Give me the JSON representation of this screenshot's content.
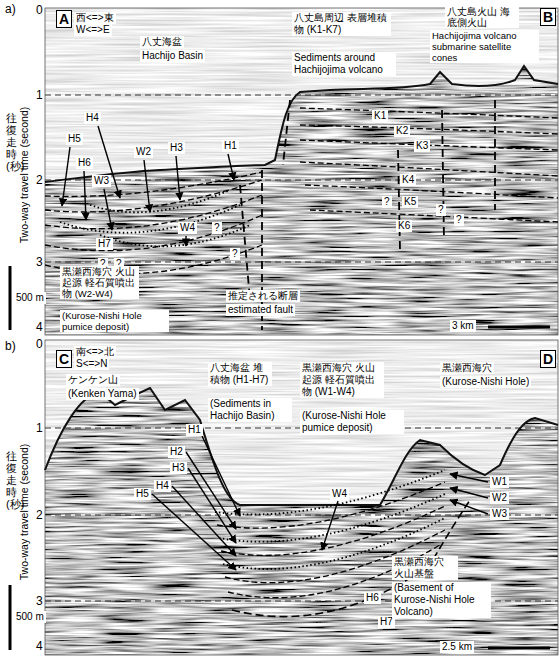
{
  "diagram": {
    "labels": [
      "a)",
      "A",
      "西<=>東",
      "W<=>E",
      "八丈海盆",
      "Hachijo Basin",
      "八丈島周辺 表層堆積物 (K1-K7)",
      "Sediments around Hachijojima volcano",
      "八丈島火山 海底側火山",
      "Hachijojima volcano submarine satellite cones",
      "B",
      "0",
      "1",
      "2",
      "3",
      "4",
      "往復走時 (秒)",
      "Two-way travel time (second)",
      "H4",
      "H5",
      "H6",
      "W2",
      "H3",
      "H1",
      "W3",
      "W4",
      "H7",
      "K1",
      "K2",
      "K3",
      "K4",
      "K5",
      "K6",
      "?",
      "?",
      "?",
      "?",
      "?",
      "?",
      "?",
      "黒瀬西海穴 火山起源 軽石質噴出物 (W2-W4)",
      "(Kurose-Nishi Hole pumice deposit)",
      "推定される断層",
      "estimated fault",
      "500 m",
      "3 km",
      "b)",
      "C",
      "南<=>北",
      "S<=>N",
      "ケンケン山",
      "(Kenken Yama)",
      "八丈海盆 堆積物 (H1-H7)",
      "(Sediments in Hachijo Basin)",
      "黒瀬西海穴 火山起源 軽石質噴出物 (W1-W4)",
      "(Kurose-Nishi Hole pumice deposit)",
      "黒瀬西海穴",
      "(Kurose-Nishi Hole)",
      "D",
      "0",
      "1",
      "2",
      "3",
      "4",
      "往復走時 (秒)",
      "Two-way travel time (second)",
      "H1",
      "H2",
      "H3",
      "H4",
      "H5",
      "W4",
      "W1",
      "W2",
      "W3",
      "H6",
      "H7",
      "黒瀬西海穴 火山基盤",
      "(Basement of Kurose-Nishi Hole Volcano)",
      "500 m",
      "2.5 km"
    ]
  }
}
